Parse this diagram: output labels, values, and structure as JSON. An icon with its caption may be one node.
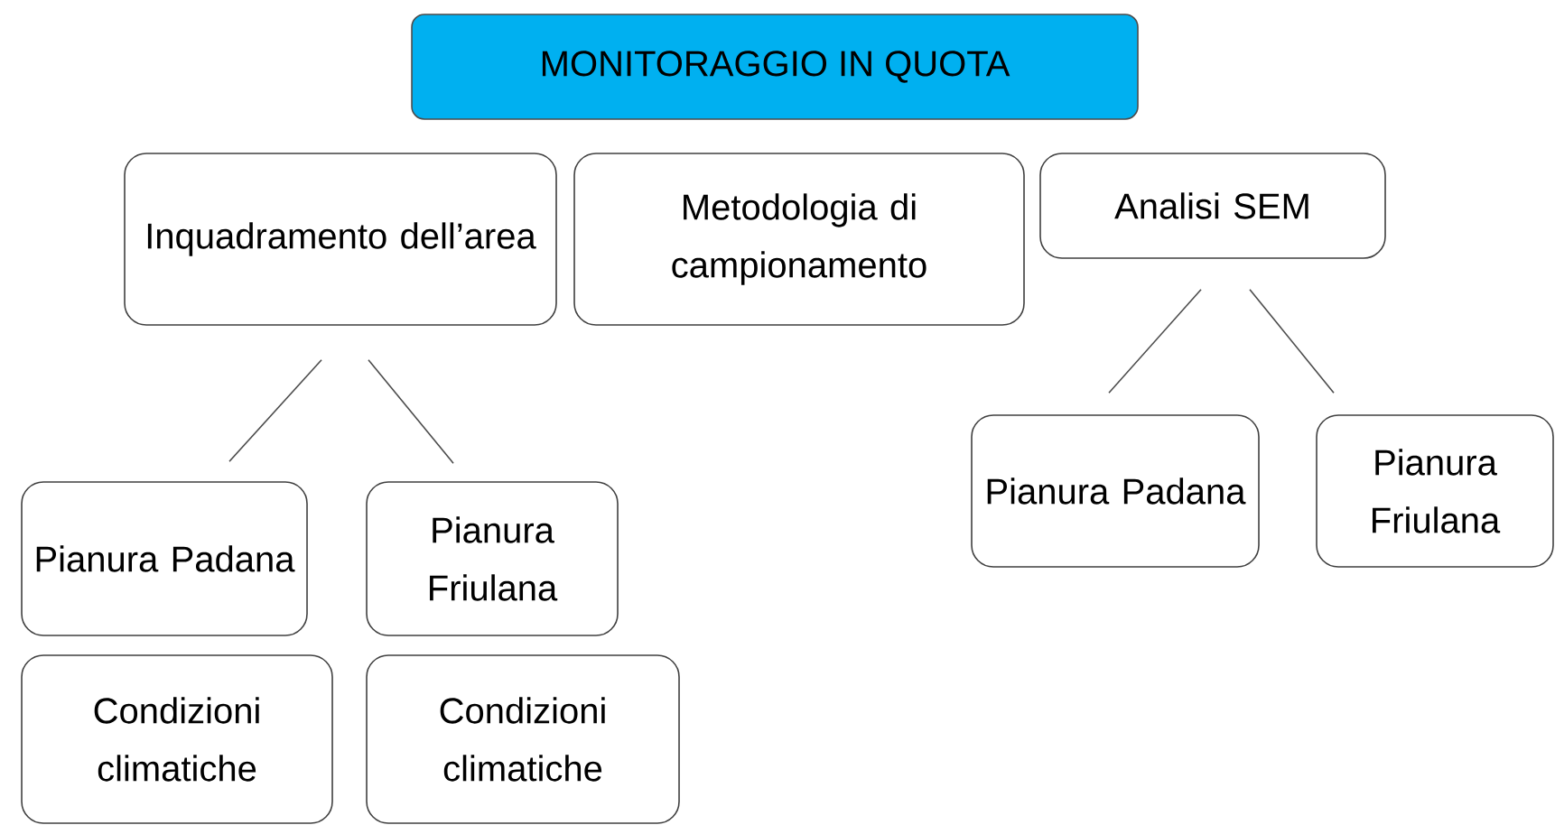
{
  "diagram": {
    "title": "MONITORAGGIO IN QUOTA",
    "nodes": [
      {
        "text": [
          "Inquadramento dell’area"
        ]
      },
      {
        "text": [
          "Metodologia di campionamento"
        ]
      },
      {
        "text": [
          "Analisi SEM"
        ]
      },
      {
        "text": [
          "Pianura Padana"
        ]
      },
      {
        "text": [
          "Pianura Friulana"
        ]
      },
      {
        "text": [
          "Condizioni climatiche"
        ]
      },
      {
        "text": [
          "Condizioni climatiche"
        ]
      },
      {
        "text": [
          "Pianura Padana"
        ]
      },
      {
        "text": [
          "Pianura Friulana"
        ]
      }
    ],
    "edges": [
      {
        "from": 0,
        "to": 3,
        "arrow": "none"
      },
      {
        "from": 0,
        "to": 4,
        "arrow": "none"
      },
      {
        "from": 2,
        "to": 7,
        "arrow": "none"
      },
      {
        "from": 2,
        "to": 8,
        "arrow": "none"
      }
    ]
  }
}
